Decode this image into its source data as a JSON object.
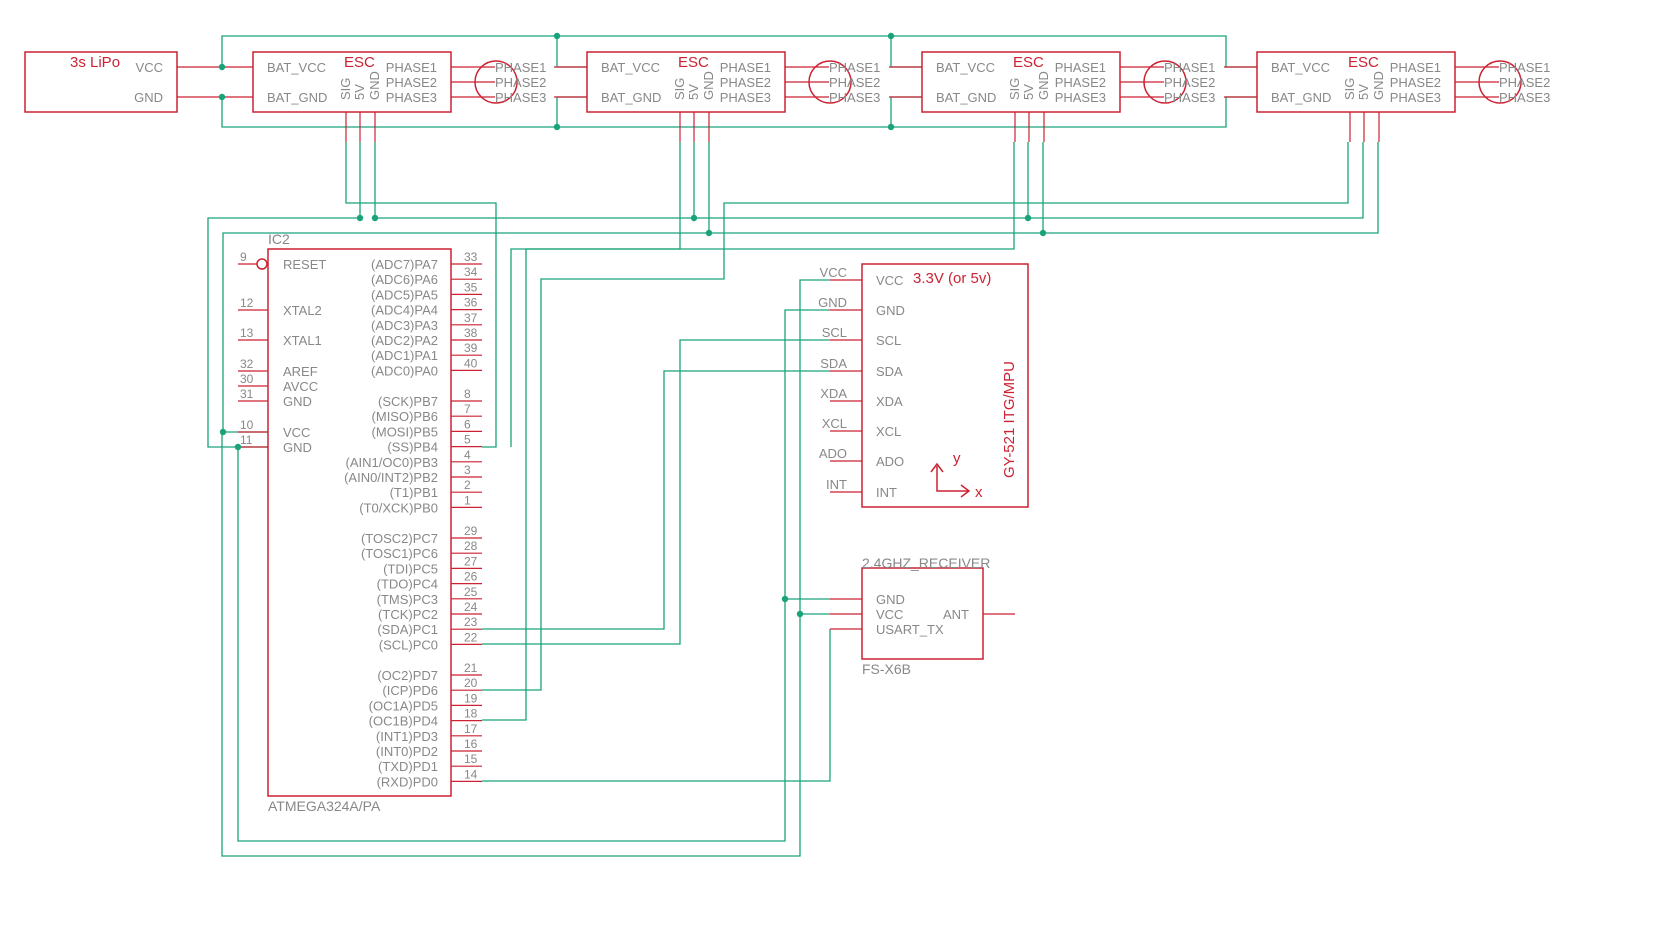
{
  "battery": {
    "title": "3s LiPo",
    "pins": [
      "VCC",
      "GND"
    ]
  },
  "esc": {
    "title": "ESC",
    "left_pins": [
      "BAT_VCC",
      "BAT_GND"
    ],
    "right_pins": [
      "PHASE1",
      "PHASE2",
      "PHASE3"
    ],
    "bottom_pins": [
      "SIG",
      "5V",
      "GND"
    ],
    "motor_labels": [
      "PHASE1",
      "PHASE2",
      "PHASE3"
    ]
  },
  "mcu": {
    "name": "IC2",
    "part": "ATMEGA324A/PA",
    "left_pins": [
      {
        "num": "9",
        "label": "RESET"
      },
      {
        "num": "12",
        "label": "XTAL2"
      },
      {
        "num": "13",
        "label": "XTAL1"
      },
      {
        "num": "32",
        "label": "AREF"
      },
      {
        "num": "30",
        "label": "AVCC"
      },
      {
        "num": "31",
        "label": "GND"
      },
      {
        "num": "10",
        "label": "VCC"
      },
      {
        "num": "11",
        "label": "GND"
      }
    ],
    "right_pins": [
      {
        "num": "33",
        "label": "(ADC7)PA7"
      },
      {
        "num": "34",
        "label": "(ADC6)PA6"
      },
      {
        "num": "35",
        "label": "(ADC5)PA5"
      },
      {
        "num": "36",
        "label": "(ADC4)PA4"
      },
      {
        "num": "37",
        "label": "(ADC3)PA3"
      },
      {
        "num": "38",
        "label": "(ADC2)PA2"
      },
      {
        "num": "39",
        "label": "(ADC1)PA1"
      },
      {
        "num": "40",
        "label": "(ADC0)PA0"
      },
      {
        "num": "8",
        "label": "(SCK)PB7"
      },
      {
        "num": "7",
        "label": "(MISO)PB6"
      },
      {
        "num": "6",
        "label": "(MOSI)PB5"
      },
      {
        "num": "5",
        "label": "(SS)PB4"
      },
      {
        "num": "4",
        "label": "(AIN1/OC0)PB3"
      },
      {
        "num": "3",
        "label": "(AIN0/INT2)PB2"
      },
      {
        "num": "2",
        "label": "(T1)PB1"
      },
      {
        "num": "1",
        "label": "(T0/XCK)PB0"
      },
      {
        "num": "29",
        "label": "(TOSC2)PC7"
      },
      {
        "num": "28",
        "label": "(TOSC1)PC6"
      },
      {
        "num": "27",
        "label": "(TDI)PC5"
      },
      {
        "num": "26",
        "label": "(TDO)PC4"
      },
      {
        "num": "25",
        "label": "(TMS)PC3"
      },
      {
        "num": "24",
        "label": "(TCK)PC2"
      },
      {
        "num": "23",
        "label": "(SDA)PC1"
      },
      {
        "num": "22",
        "label": "(SCL)PC0"
      },
      {
        "num": "21",
        "label": "(OC2)PD7"
      },
      {
        "num": "20",
        "label": "(ICP)PD6"
      },
      {
        "num": "19",
        "label": "(OC1A)PD5"
      },
      {
        "num": "18",
        "label": "(OC1B)PD4"
      },
      {
        "num": "17",
        "label": "(INT1)PD3"
      },
      {
        "num": "16",
        "label": "(INT0)PD2"
      },
      {
        "num": "15",
        "label": "(TXD)PD1"
      },
      {
        "num": "14",
        "label": "(RXD)PD0"
      }
    ]
  },
  "imu": {
    "title": "3.3V (or 5v)",
    "side_label": "GY-521  ITG/MPU",
    "outside_pins": [
      "VCC",
      "GND",
      "SCL",
      "SDA",
      "XDA",
      "XCL",
      "ADO",
      "INT"
    ],
    "inside_pins": [
      "VCC",
      "GND",
      "SCL",
      "SDA",
      "XDA",
      "XCL",
      "ADO",
      "INT"
    ],
    "axis_y": "y",
    "axis_x": "x"
  },
  "receiver": {
    "name": "2.4GHZ_RECEIVER",
    "part": "FS-X6B",
    "pins": [
      "GND",
      "VCC",
      "USART_TX"
    ],
    "ant": "ANT"
  },
  "colors": {
    "part": "#cc2233",
    "wire": "#1aa37a",
    "text": "#888888"
  }
}
